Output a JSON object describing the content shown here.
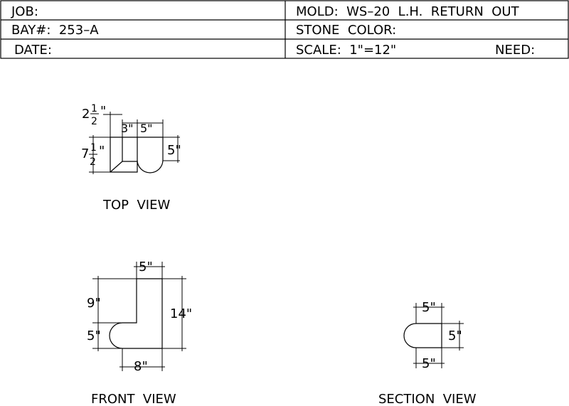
{
  "title_block": {
    "job": "JOB:",
    "mold": "MOLD:  WS–20  L.H.  RETURN  OUT",
    "bay": "BAY#:  253–A",
    "stone_color": "STONE  COLOR:",
    "date": "DATE:",
    "scale": "SCALE:  1\"=12\"",
    "need": "NEED:"
  },
  "top_view": {
    "label": "TOP  VIEW",
    "dim_left_whole": "2",
    "dim_left_num": "1",
    "dim_left_den": "2",
    "dim_left_unit": "\"",
    "dim_middle": "3\"",
    "dim_right": "5\"",
    "dim_depth": "5\"",
    "dim_height_whole": "7",
    "dim_height_num": "1",
    "dim_height_den": "2",
    "dim_height_unit": "\""
  },
  "front_view": {
    "label": "FRONT  VIEW",
    "dim_top": "5\"",
    "dim_upper_left": "9\"",
    "dim_lower_left": "5\"",
    "dim_height": "14\"",
    "dim_bottom": "8\""
  },
  "section_view": {
    "label": "SECTION  VIEW",
    "dim_top": "5\"",
    "dim_right": "5\"",
    "dim_bottom": "5\""
  }
}
